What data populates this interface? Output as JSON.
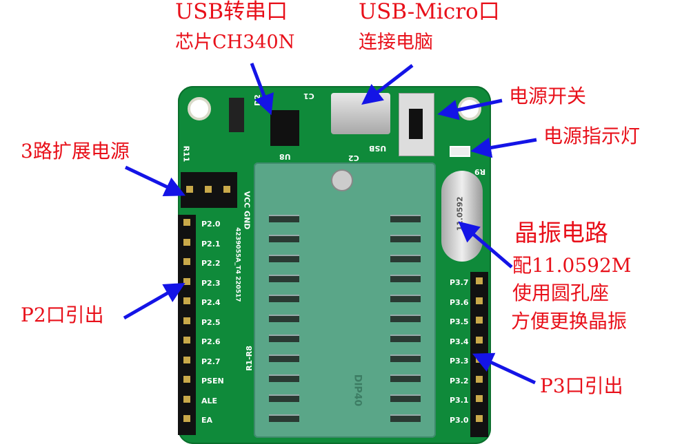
{
  "annotations": {
    "usb_serial_title": "USB转串口",
    "usb_serial_sub": "芯片CH340N",
    "usb_micro_title": "USB-Micro口",
    "usb_micro_sub": "连接电脑",
    "power_switch": "电源开关",
    "power_led": "电源指示灯",
    "expansion_power": "3路扩展电源",
    "crystal_title": "晶振电路",
    "crystal_line1": "配11.0592M",
    "crystal_line2": "使用圆孔座",
    "crystal_line3": "方便更换晶振",
    "p2_out": "P2口引出",
    "p3_out": "P3口引出"
  },
  "board": {
    "left_pins": [
      "P2.0",
      "P2.1",
      "P2.2",
      "P2.3",
      "P2.4",
      "P2.5",
      "P2.6",
      "P2.7",
      "PSEN",
      "ALE",
      "EA"
    ],
    "right_pins": [
      "P3.7",
      "P3.6",
      "P3.5",
      "P3.4",
      "P3.3",
      "P3.2",
      "P3.1",
      "P3.0"
    ],
    "power_header": "VCC GND",
    "board_code": "4239055A_T4   220517",
    "resistor_note": "R1-R8",
    "refs": {
      "u8": "U8",
      "c1": "C1",
      "d2": "D2",
      "r11": "R11",
      "r9": "R9",
      "usb": "USB",
      "c2": "C2"
    },
    "crystal_marking": "11.0592",
    "socket_marking": "DIP40"
  },
  "colors": {
    "label": "#e8101a",
    "arrow": "#1414e6",
    "pcb": "#0f8a3a",
    "socket": "#5aa688"
  }
}
